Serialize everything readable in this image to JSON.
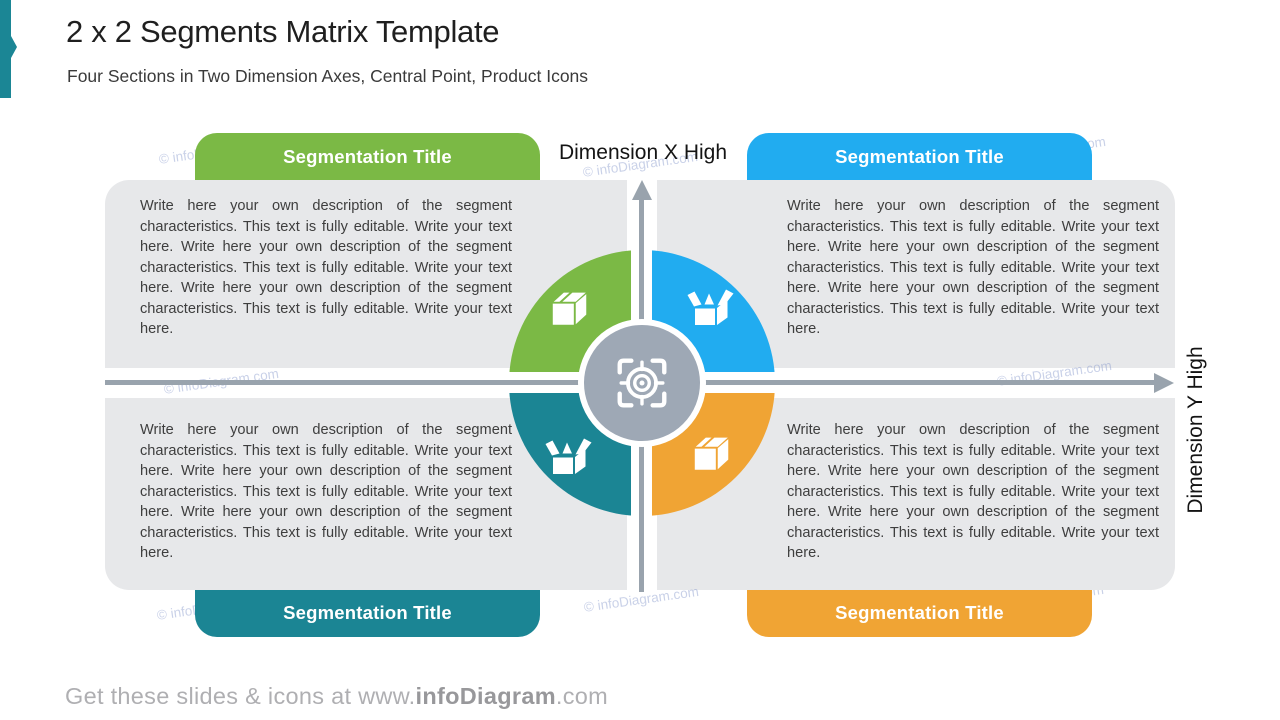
{
  "slide": {
    "title": "2 x 2 Segments Matrix Template",
    "subtitle": "Four Sections in Two Dimension Axes, Central Point, Product Icons",
    "footer": {
      "prefix": "Get these slides & icons at www.",
      "brand": "infoDiagram",
      "suffix": ".com"
    },
    "watermark": "© infoDiagram.com"
  },
  "axes": {
    "x_label": "Dimension X High",
    "y_label": "Dimension Y High"
  },
  "center": {
    "icon": "target-icon"
  },
  "quadrants": [
    {
      "position": "top-left",
      "tab_label": "Segmentation Title",
      "color": "#7BB945",
      "icon": "closed-box-icon",
      "description": "Write here your own description of the segment characteristics. This text is fully editable. Write your text here. Write here your own description of the segment characteristics. This text is fully editable. Write your text here. Write here your own description of the segment characteristics. This text is fully editable. Write your text here."
    },
    {
      "position": "top-right",
      "tab_label": "Segmentation Title",
      "color": "#21ACF0",
      "icon": "open-box-icon",
      "description": "Write here your own description of the segment characteristics. This text is fully editable. Write your text here. Write here your own description of the segment characteristics. This text is fully editable. Write your text here. Write here your own description of the segment characteristics. This text is fully editable. Write your text here."
    },
    {
      "position": "bottom-left",
      "tab_label": "Segmentation Title",
      "color": "#1B8594",
      "icon": "open-box-icon",
      "description": "Write here your own description of the segment characteristics. This text is fully editable. Write your text here. Write here your own description of the segment characteristics. This text is fully editable. Write your text here. Write here your own description of the segment characteristics. This text is fully editable. Write your text here."
    },
    {
      "position": "bottom-right",
      "tab_label": "Segmentation Title",
      "color": "#F0A434",
      "icon": "closed-box-icon",
      "description": "Write here your own description of the segment characteristics. This text is fully editable. Write your text here. Write here your own description of the segment characteristics. This text is fully editable. Write your text here. Write here your own description of the segment characteristics. This text is fully editable. Write your text here."
    }
  ],
  "colors": {
    "accent": "#1B8695",
    "panel": "#E7E8EA",
    "axis": "#99A3AD",
    "center_circle": "#9EA8B5",
    "watermark": "rgba(136,154,205,0.45)"
  }
}
